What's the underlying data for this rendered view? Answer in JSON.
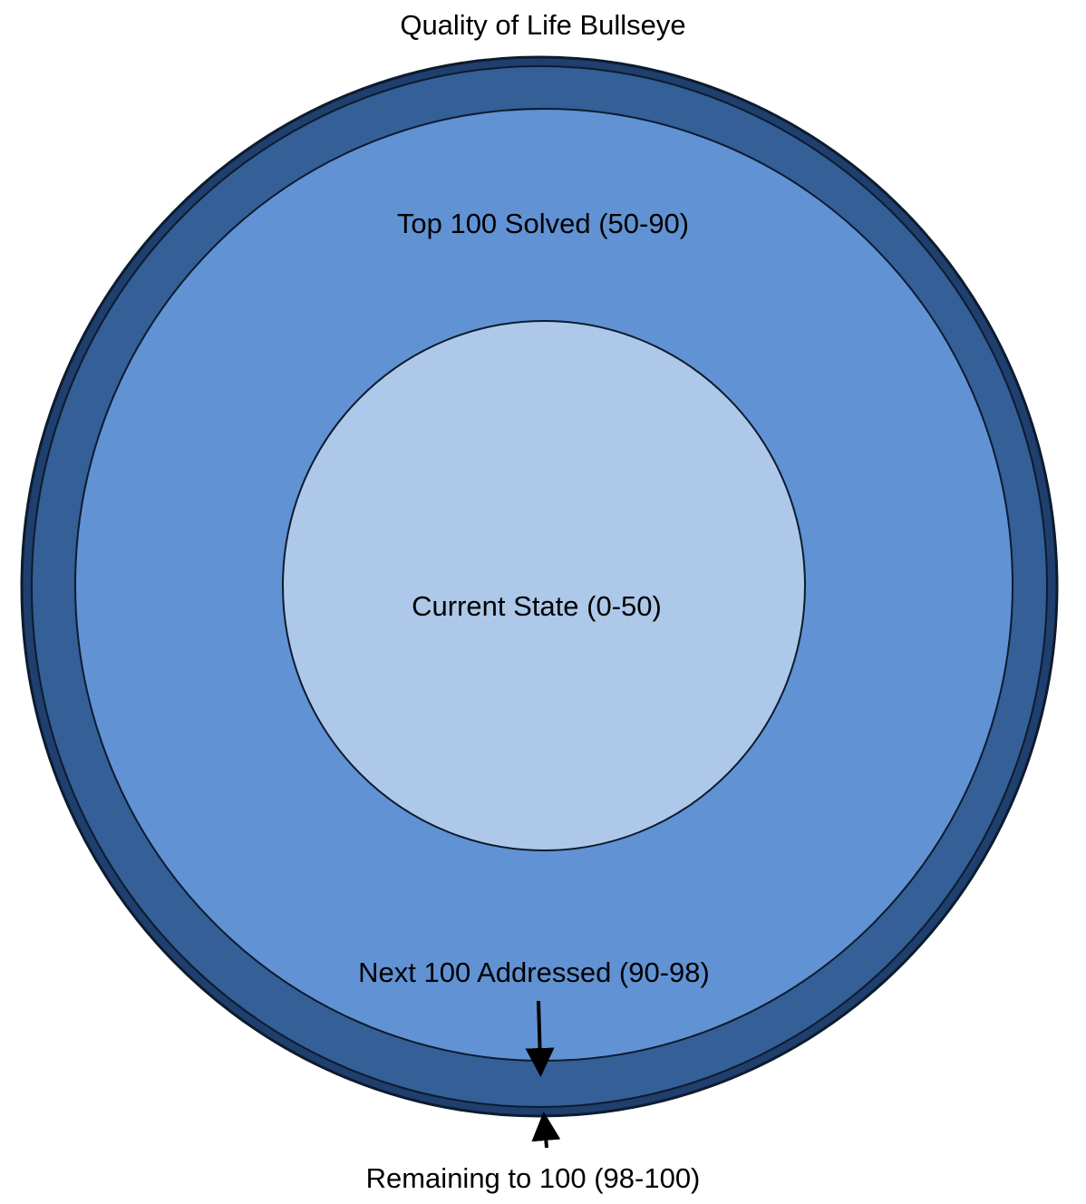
{
  "title": "Quality of Life Bullseye",
  "rings": [
    {
      "id": "remaining",
      "label": "Remaining to 100 (98-100)",
      "range": [
        98,
        100
      ],
      "fill": "#1f3f6e"
    },
    {
      "id": "next",
      "label": "Next 100 Addressed (90-98)",
      "range": [
        90,
        98
      ],
      "fill": "#345f97"
    },
    {
      "id": "top",
      "label": "Top 100 Solved (50-90)",
      "range": [
        50,
        90
      ],
      "fill": "#6192d3"
    },
    {
      "id": "current",
      "label": "Current State (0-50)",
      "range": [
        0,
        50
      ],
      "fill": "#adc8e8"
    }
  ],
  "colors": {
    "stroke": "#0d1b2e",
    "text": "#000000",
    "arrow": "#000000"
  }
}
